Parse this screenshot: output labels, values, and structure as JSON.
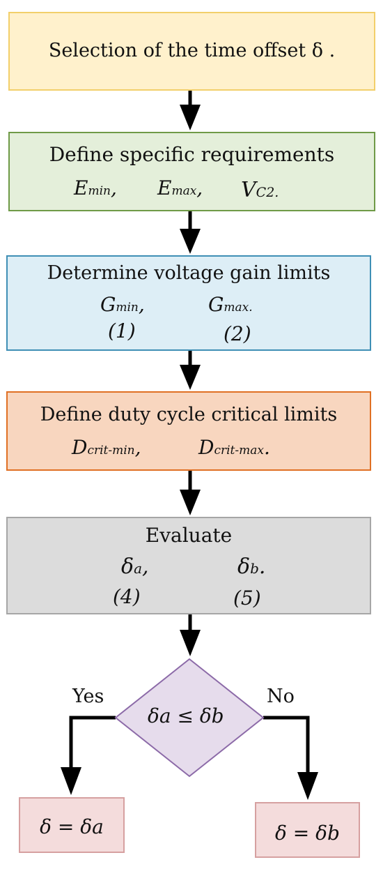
{
  "step1": {
    "text": "Selection of the time offset δ ."
  },
  "step2": {
    "text": "Define specific requirements",
    "v1_main": "E",
    "v1_sub": "min",
    "v1_punct": ",",
    "v2_main": "E",
    "v2_sub": "max",
    "v2_punct": ",",
    "v3_main": "V",
    "v3_sub": "C2."
  },
  "step3": {
    "text": "Determine voltage gain limits",
    "v1_main": "G",
    "v1_sub": "min",
    "v1_punct": ",",
    "v2_main": "G",
    "v2_sub": "max.",
    "ref1": "(1)",
    "ref2": "(2)"
  },
  "step4": {
    "text": "Define duty cycle critical limits",
    "v1_main": "D",
    "v1_sub": "crit-min",
    "v1_punct": ",",
    "v2_main": "D",
    "v2_sub": "crit-max",
    "v2_punct": "."
  },
  "step5": {
    "text": "Evaluate",
    "v1_main": "δ",
    "v1_sub": "a",
    "v1_punct": ",",
    "v2_main": "δ",
    "v2_sub": "b",
    "v2_punct": ".",
    "ref1": "(4)",
    "ref2": "(5)"
  },
  "decision": {
    "text": "δa  ≤ δb",
    "yes": "Yes",
    "no": "No"
  },
  "result_yes": {
    "text": "δ = δa"
  },
  "result_no": {
    "text": "δ = δb"
  },
  "colors": {
    "step1": "#fff1cc",
    "step2": "#e4efda",
    "step3": "#ddeef6",
    "step4": "#f8d6bf",
    "step5": "#dcdcdc",
    "decision": "#e6dcec",
    "result": "#f4dcdc"
  }
}
